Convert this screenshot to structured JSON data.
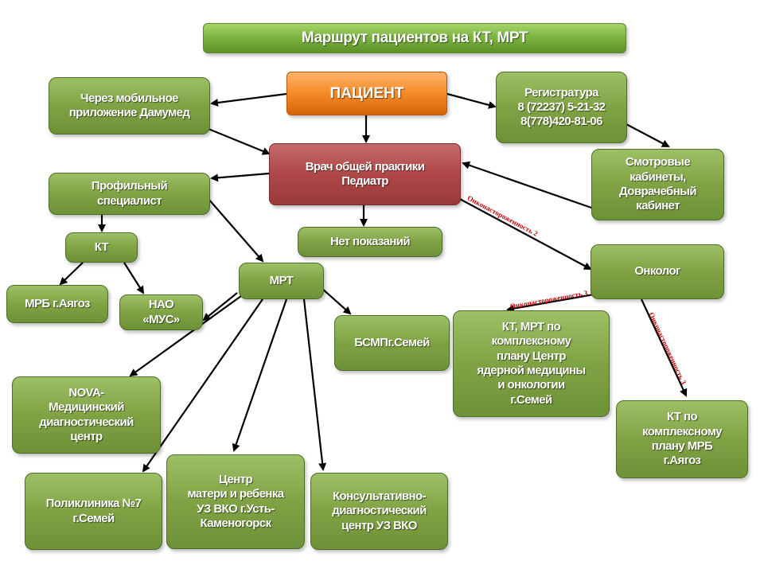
{
  "title": "Маршрут пациентов на  КТ, МРТ",
  "nodes": {
    "patient": "ПАЦИЕНТ",
    "damumed": "Через мобильное\nприложение Дамумед",
    "registry": "Регистратура\n8 (72237) 5-21-32\n8(778)420-81-06",
    "doctor": "Врач общей практики\nПедиатр",
    "screening": "Смотровые\nкабинеты,\nДоврачебный\nкабинет",
    "specialist": "Профильный\nспециалист",
    "no_indications": "Нет показаний",
    "kt": "КТ",
    "mrt": "МРТ",
    "oncologist": "Онколог",
    "mrb_ayagoz": "МРБ г.Аягоз",
    "nao_mus": "НАО\n«МУС»",
    "bsmp": "БСМПг.Семей",
    "onco_center": "КТ, МРТ по\nкомплексному\nплану Центр\nядерной медицины\nи онкологии\nг.Семей",
    "nova": "NOVA-\nМедицинский\nдиагностический\nцентр",
    "kt_mrb": "КТ по\nкомплексному\nплану МРБ\nг.Аягоз",
    "polyclinic7": "Поликлиника №7\nг.Семей",
    "mother_child": "Центр\nматери и ребенка\nУЗ ВКО г.Усть-\nКаменогорск",
    "consult_center": "Консультативно-\nдиагностический\nцентр УЗ ВКО"
  },
  "edge_labels": {
    "onco2": "Онконастороженность 2",
    "onco3a": "Онконастороженность 3",
    "onco3b": "Онконастороженность 3"
  },
  "colors": {
    "box_green": "#7fa344",
    "title_green": "#7eb542",
    "patient_orange": "#f58a27",
    "doctor_red": "#b04848",
    "arrow": "#000000",
    "label_red": "#c00000"
  }
}
